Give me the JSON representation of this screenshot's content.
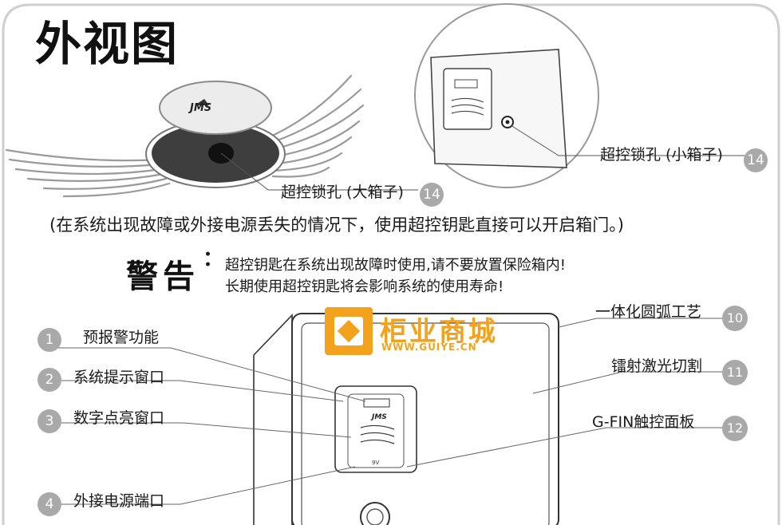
{
  "title": "外视图",
  "lock_big": {
    "label": "超控锁孔 (大箱子)",
    "badge": "14"
  },
  "lock_small": {
    "label": "超控锁孔 (小箱子)",
    "badge": "14"
  },
  "logo_disc_text": "JMS",
  "note": "(在系统出现故障或外接电源丢失的情况下，使用超控钥匙直接可以开启箱门。)",
  "warning": {
    "title": "警告",
    "colon": "：",
    "line1": "超控钥匙在系统出现故障时使用,请不要放置保险箱内!",
    "line2": "长期使用超控钥匙将会影响系统的使用寿命!"
  },
  "watermark": {
    "name": "柜业商城",
    "url": "WWW.GUIYE.CN"
  },
  "callouts_left": [
    {
      "num": "1",
      "label": "预报警功能"
    },
    {
      "num": "2",
      "label": "系统提示窗口"
    },
    {
      "num": "3",
      "label": "数字点亮窗口"
    },
    {
      "num": "4",
      "label": "外接电源端口"
    }
  ],
  "callouts_right": [
    {
      "num": "10",
      "label": "一体化圆弧工艺"
    },
    {
      "num": "11",
      "label": "镭射激光切割"
    },
    {
      "num": "12",
      "label": "G-FIN触控面板"
    }
  ],
  "panel_text": {
    "logo": "JMS",
    "small": "9V"
  },
  "colors": {
    "badge": "#a9a9a9",
    "watermark": "#f3a21d",
    "text": "#1a1a1a",
    "border": "#cfcfcf"
  }
}
